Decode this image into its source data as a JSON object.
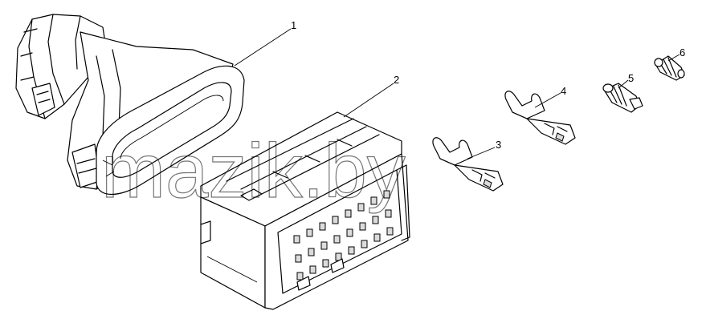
{
  "watermark": "mazik.by",
  "callouts": [
    {
      "id": "1",
      "label": "1"
    },
    {
      "id": "2",
      "label": "2"
    },
    {
      "id": "3",
      "label": "3"
    },
    {
      "id": "4",
      "label": "4"
    },
    {
      "id": "5",
      "label": "5"
    },
    {
      "id": "6",
      "label": "6"
    }
  ],
  "colors": {
    "line": "#000000",
    "background": "#ffffff"
  }
}
